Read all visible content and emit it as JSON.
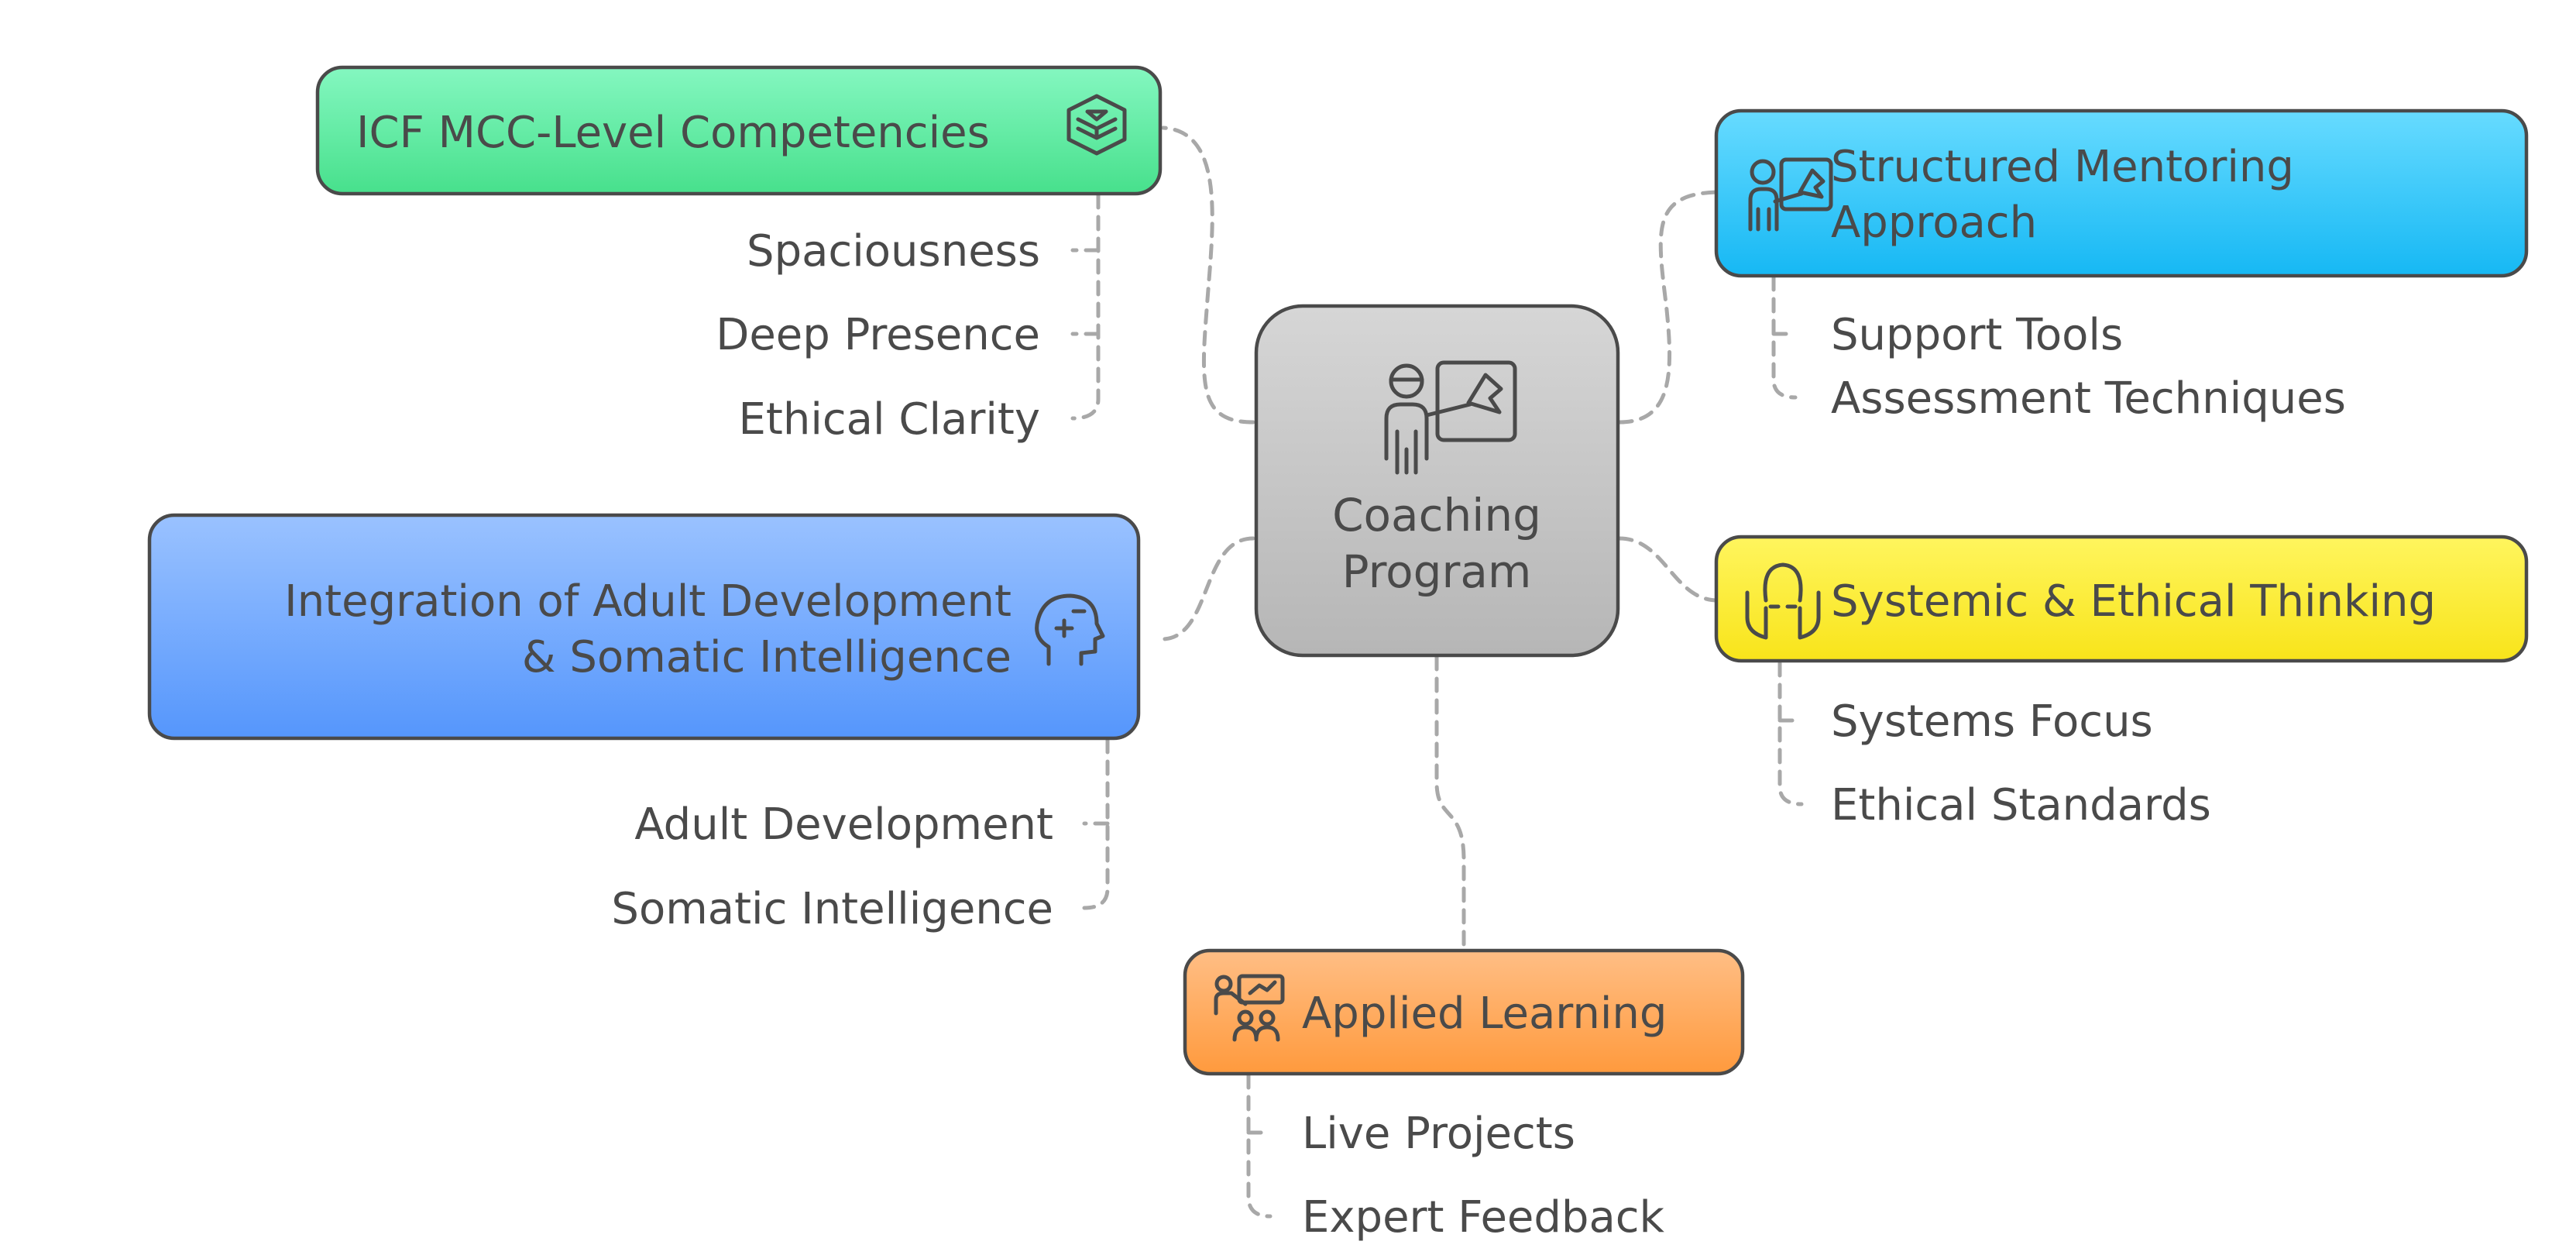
{
  "center": {
    "line1": "Coaching",
    "line2": "Program",
    "icon": "teacher-presentation-icon"
  },
  "colors": {
    "icf": [
      "#84f7c0",
      "#47e08c"
    ],
    "mentoring": [
      "#67dbff",
      "#16b8f4"
    ],
    "systemic": [
      "#fff55e",
      "#f8e41a"
    ],
    "adult": [
      "#9ac2ff",
      "#5596fc"
    ],
    "applied": [
      "#ffbe85",
      "#ff9a3d"
    ],
    "center": [
      "#d6d6d6",
      "#b6b6b6"
    ]
  },
  "branches": {
    "icf": {
      "title": "ICF MCC-Level Competencies",
      "icon": "layered-cube-icon",
      "items": [
        "Spaciousness",
        "Deep Presence",
        "Ethical Clarity"
      ]
    },
    "mentoring": {
      "title_line1": "Structured Mentoring",
      "title_line2": "Approach",
      "icon": "mentor-board-icon",
      "items": [
        "Support Tools",
        "Assessment Techniques"
      ]
    },
    "systemic": {
      "title": "Systemic & Ethical Thinking",
      "icon": "head-in-hands-icon",
      "items": [
        "Systems Focus",
        "Ethical Standards"
      ]
    },
    "adult": {
      "title_line1": "Integration of Adult Development",
      "title_line2": "& Somatic Intelligence",
      "icon": "head-plus-minus-icon",
      "items": [
        "Adult Development",
        "Somatic Intelligence"
      ]
    },
    "applied": {
      "title": "Applied Learning",
      "icon": "classroom-icon",
      "items": [
        "Live Projects",
        "Expert Feedback"
      ]
    }
  }
}
